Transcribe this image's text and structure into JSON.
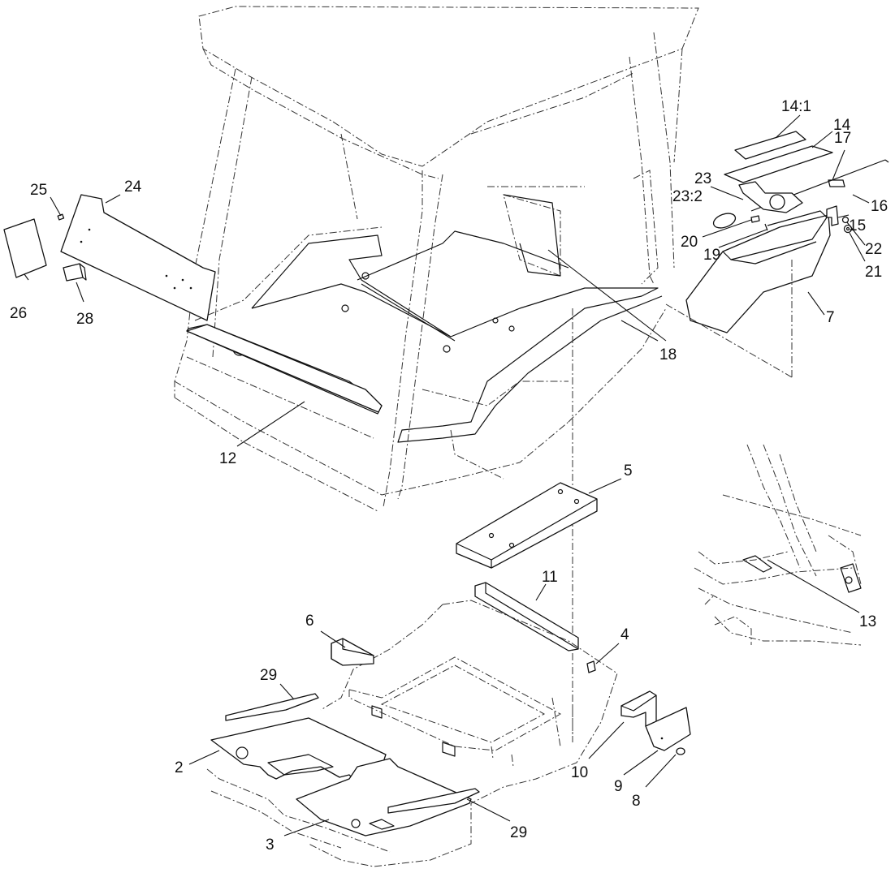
{
  "callouts": {
    "c14_1": "14:1",
    "c14": "14",
    "c17": "17",
    "c23": "23",
    "c23_2": "23:2",
    "c16": "16",
    "c15": "15",
    "c20": "20",
    "c22": "22",
    "c19": "19",
    "c21": "21",
    "c7": "7",
    "c25": "25",
    "c24": "24",
    "c26": "26",
    "c28": "28",
    "c18": "18",
    "c12": "12",
    "c5": "5",
    "c11": "11",
    "c6": "6",
    "c4": "4",
    "c13": "13",
    "c29a": "29",
    "c2": "2",
    "c10": "10",
    "c9": "9",
    "c8": "8",
    "c3": "3",
    "c29b": "29"
  }
}
